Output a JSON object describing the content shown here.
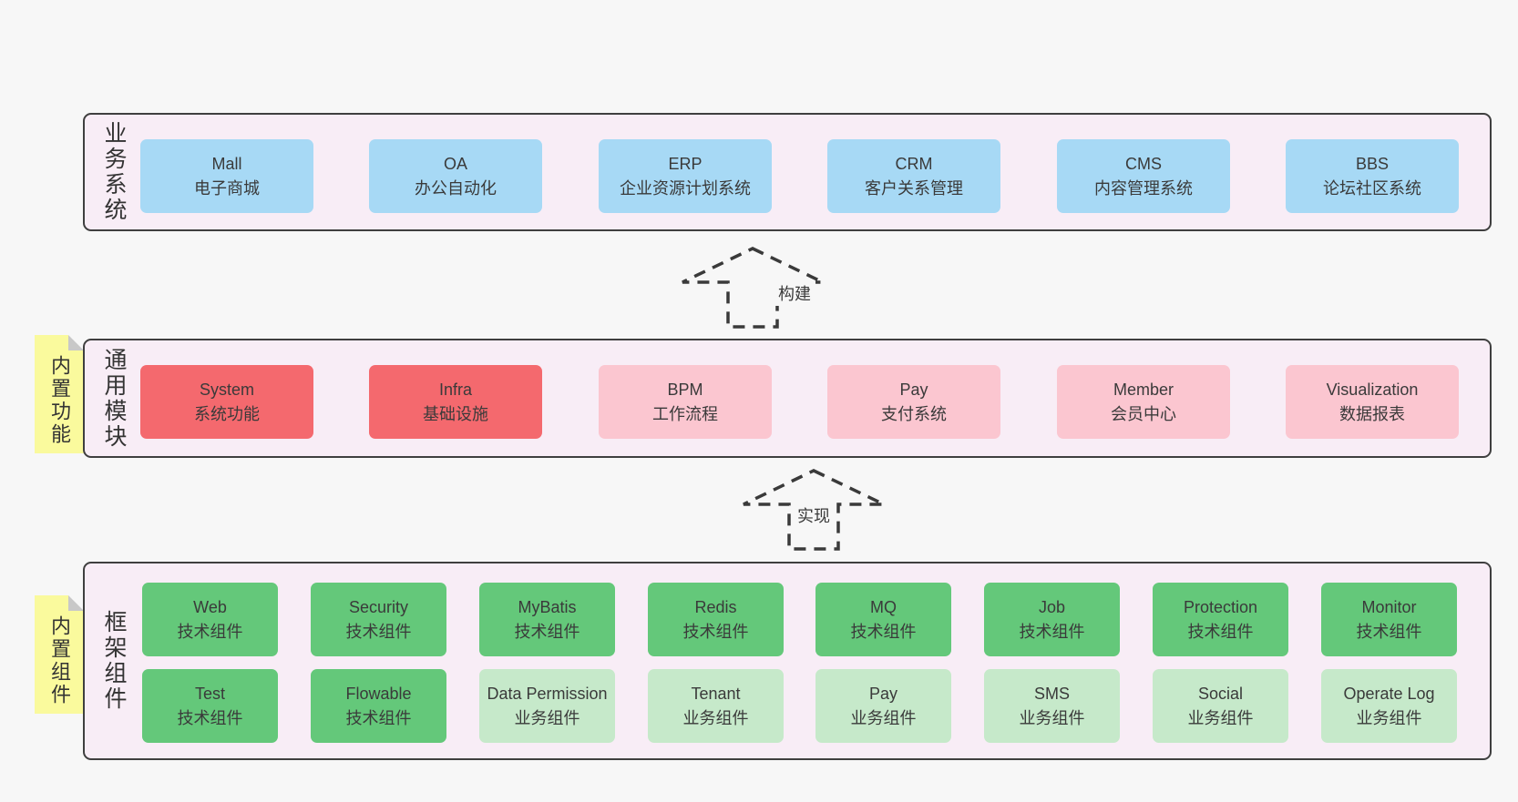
{
  "diagram": {
    "layers": [
      {
        "label": "业务系统",
        "boxes": [
          {
            "name": "Mall",
            "desc": "电子商城"
          },
          {
            "name": "OA",
            "desc": "办公自动化"
          },
          {
            "name": "ERP",
            "desc": "企业资源计划系统"
          },
          {
            "name": "CRM",
            "desc": "客户关系管理"
          },
          {
            "name": "CMS",
            "desc": "内容管理系统"
          },
          {
            "name": "BBS",
            "desc": "论坛社区系统"
          }
        ]
      },
      {
        "label": "通用模块",
        "sticky_note": "内置功能",
        "boxes": [
          {
            "name": "System",
            "desc": "系统功能",
            "variant": "red"
          },
          {
            "name": "Infra",
            "desc": "基础设施",
            "variant": "red"
          },
          {
            "name": "BPM",
            "desc": "工作流程",
            "variant": "pink"
          },
          {
            "name": "Pay",
            "desc": "支付系统",
            "variant": "pink"
          },
          {
            "name": "Member",
            "desc": "会员中心",
            "variant": "pink"
          },
          {
            "name": "Visualization",
            "desc": "数据报表",
            "variant": "pink"
          }
        ]
      },
      {
        "label": "框架组件",
        "sticky_note": "内置组件",
        "rows": [
          [
            {
              "name": "Web",
              "desc": "技术组件",
              "variant": "green"
            },
            {
              "name": "Security",
              "desc": "技术组件",
              "variant": "green"
            },
            {
              "name": "MyBatis",
              "desc": "技术组件",
              "variant": "green"
            },
            {
              "name": "Redis",
              "desc": "技术组件",
              "variant": "green"
            },
            {
              "name": "MQ",
              "desc": "技术组件",
              "variant": "green"
            },
            {
              "name": "Job",
              "desc": "技术组件",
              "variant": "green"
            },
            {
              "name": "Protection",
              "desc": "技术组件",
              "variant": "green"
            },
            {
              "name": "Monitor",
              "desc": "技术组件",
              "variant": "green"
            }
          ],
          [
            {
              "name": "Test",
              "desc": "技术组件",
              "variant": "green"
            },
            {
              "name": "Flowable",
              "desc": "技术组件",
              "variant": "green"
            },
            {
              "name": "Data Permission",
              "desc": "业务组件",
              "variant": "lightgreen"
            },
            {
              "name": "Tenant",
              "desc": "业务组件",
              "variant": "lightgreen"
            },
            {
              "name": "Pay",
              "desc": "业务组件",
              "variant": "lightgreen"
            },
            {
              "name": "SMS",
              "desc": "业务组件",
              "variant": "lightgreen"
            },
            {
              "name": "Social",
              "desc": "业务组件",
              "variant": "lightgreen"
            },
            {
              "name": "Operate Log",
              "desc": "业务组件",
              "variant": "lightgreen"
            }
          ]
        ]
      }
    ],
    "arrows": [
      {
        "label": "构建"
      },
      {
        "label": "实现"
      }
    ],
    "colors": {
      "page_bg": "#f7f7f7",
      "panel_bg": "#f8edf6",
      "panel_border": "#3f3f3f",
      "blue_box": "#a7d9f5",
      "red_box": "#f4696e",
      "pink_box": "#fbc6d0",
      "green_box": "#64c87a",
      "light_green_box": "#c6e9ca",
      "sticky_yellow": "#fafa9d",
      "fold_gray": "#c8c8c8",
      "text": "#3a3a3a"
    }
  }
}
